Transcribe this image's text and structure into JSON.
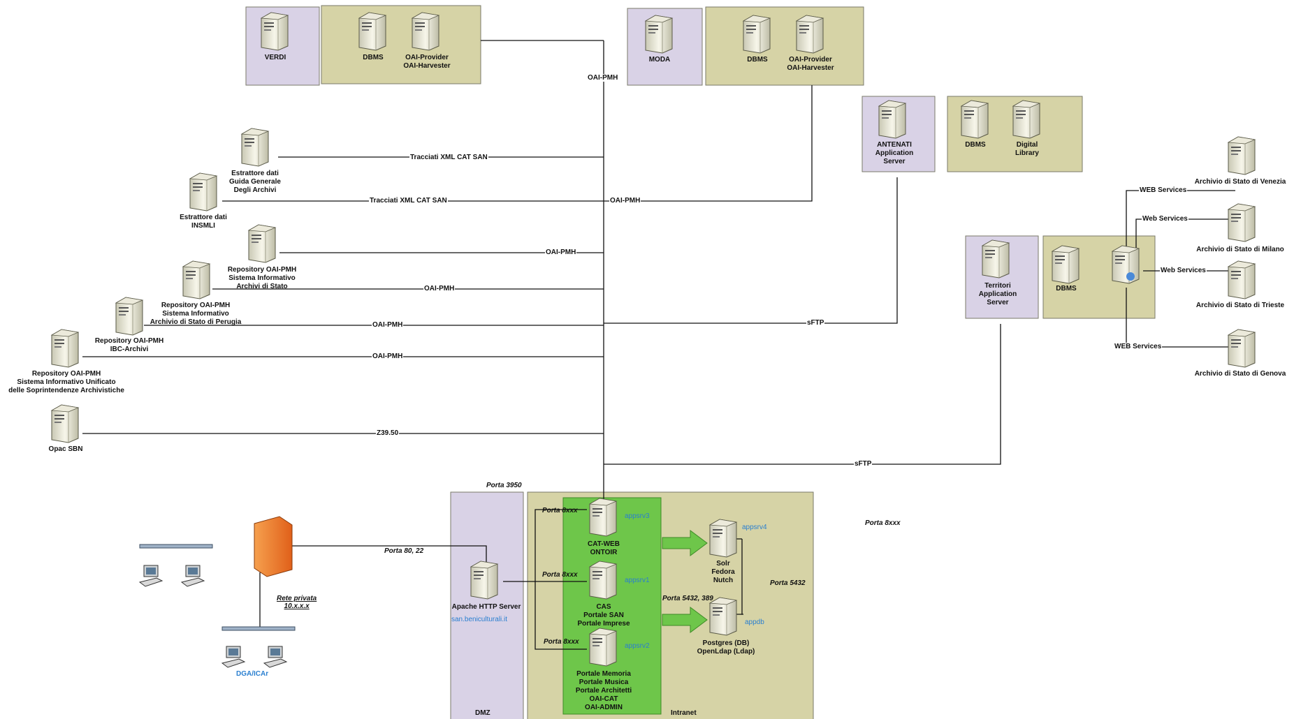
{
  "groups": {
    "verdi": {
      "server": "VERDI",
      "dbms": "DBMS",
      "oai": "OAI-Provider\nOAI-Harvester"
    },
    "moda": {
      "server": "MODA",
      "dbms": "DBMS",
      "oai": "OAI-Provider\nOAI-Harvester"
    },
    "antenati": {
      "server": "ANTENATI\nApplication\nServer",
      "dbms": "DBMS",
      "library": "Digital\nLibrary"
    },
    "territori": {
      "server": "Territori\nApplication\nServer",
      "dbms": "DBMS"
    }
  },
  "sources": {
    "estrattore_guida": "Estrattore dati\nGuida Generale\nDegli Archivi",
    "estrattore_insmli": "Estrattore dati\nINSMLI",
    "repo_archivi_stato": "Repository OAI-PMH\nSistema Informativo\nArchivi di Stato",
    "repo_perugia": "Repository OAI-PMH\nSistema Informativo\nArchivio di Stato di Perugia",
    "repo_ibc": "Repository OAI-PMH\nIBC-Archivi",
    "repo_siusa": "Repository OAI-PMH\nSistema Informativo Unificato\ndelle Soprintendenze Archivistiche",
    "opac": "Opac SBN"
  },
  "archives": {
    "venezia": "Archivio di Stato di Venezia",
    "milano": "Archivio di Stato di Milano",
    "trieste": "Archivio di Stato di Trieste",
    "genova": "Archivio di Stato di Genova"
  },
  "connections": {
    "oai_pmh": "OAI-PMH",
    "tracciati": "Tracciati XML CAT SAN",
    "sftp": "sFTP",
    "z3950": "Z39.50",
    "web_services": "WEB Services",
    "web_services_mixed": "Web Services"
  },
  "zones": {
    "dmz": "DMZ",
    "intranet": "Intranet"
  },
  "ports": {
    "porta_3950": "Porta 3950",
    "porta_8xxx": "Porta 8xxx",
    "porta_80_22": "Porta 80, 22",
    "porta_5432_389": "Porta 5432, 389",
    "porta_5432": "Porta 5432"
  },
  "network": {
    "rete_privata": "Rete privata\n10.x.x.x",
    "dga": "DGA/ICAr"
  },
  "intranet_servers": {
    "apache": "Apache HTTP Server",
    "apache_url": "san.beniculturali.it",
    "catweb": "CAT-WEB\nONTOIR",
    "cas": "CAS\nPortale SAN\nPortale Imprese",
    "portale": "Portale Memoria\nPortale Musica\nPortale Architetti\nOAI-CAT\nOAI-ADMIN",
    "solr": "Solr\nFedora\nNutch",
    "postgres": "Postgres (DB)\nOpenLdap (Ldap)",
    "appsrv3": "appsrv3",
    "appsrv1": "appsrv1",
    "appsrv2": "appsrv2",
    "appsrv4": "appsrv4",
    "appdb": "appdb"
  },
  "colors": {
    "group_fill": "#d6d3a6",
    "server_fill": "#d9d2e6",
    "green_fill": "#6ec64a",
    "link_blue": "#2a7fd0",
    "firewall": "#f07a2a"
  }
}
